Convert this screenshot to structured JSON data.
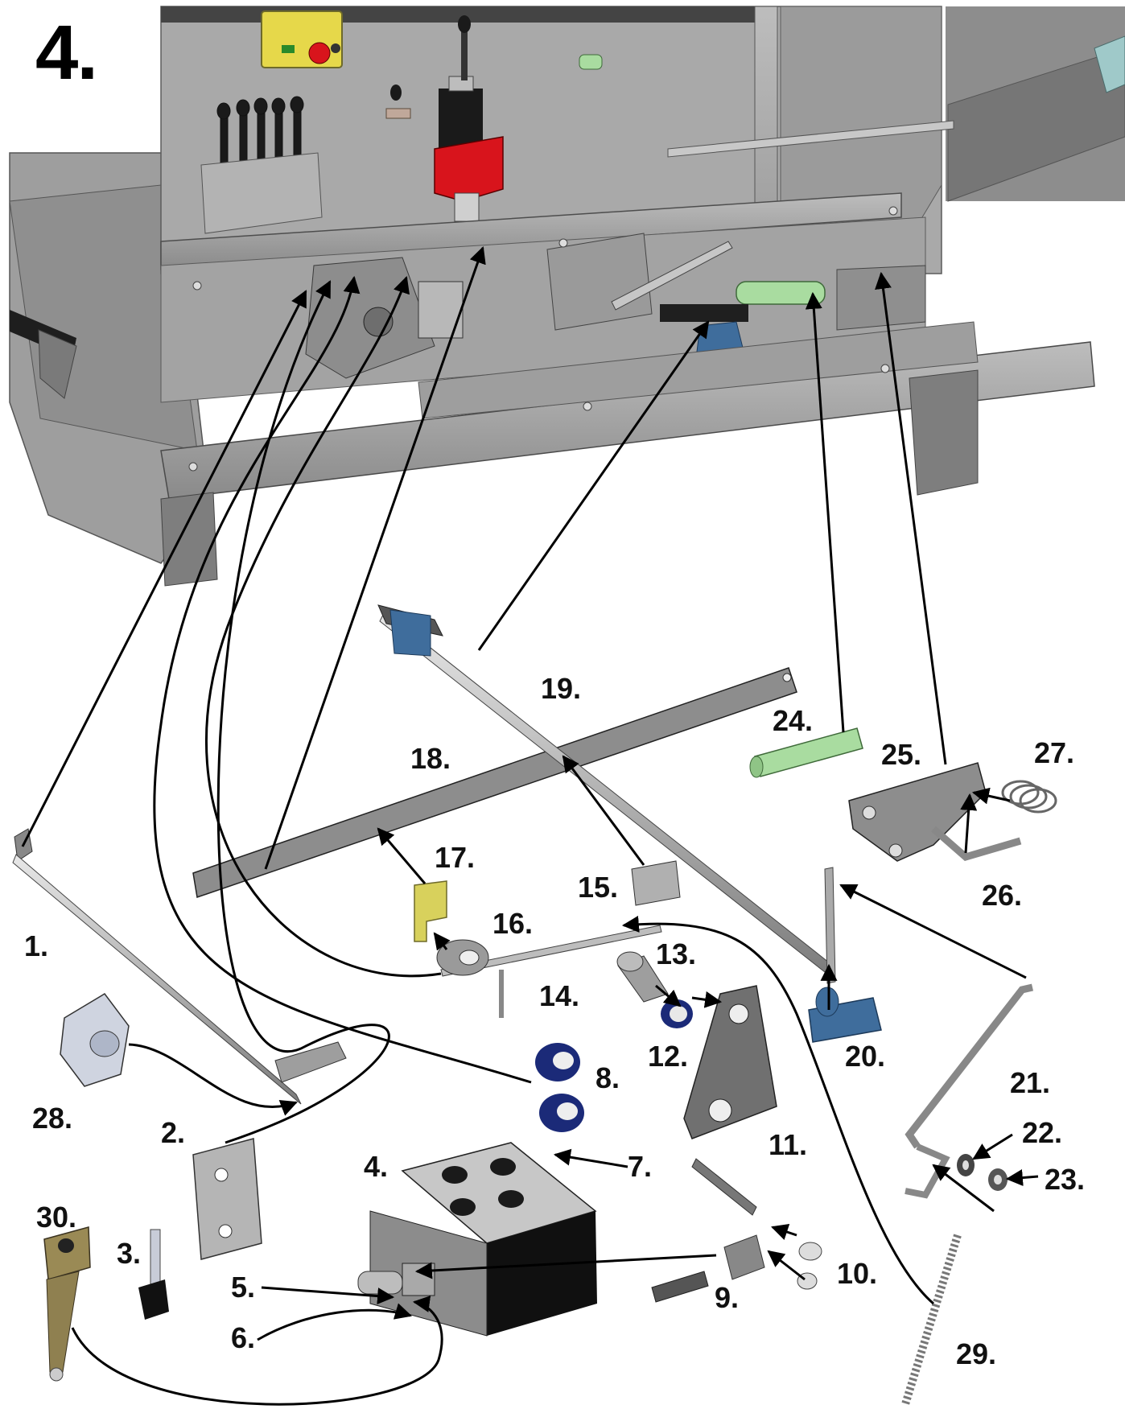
{
  "page_label": "4.",
  "parts": [
    {
      "id": "1",
      "label": "1."
    },
    {
      "id": "2",
      "label": "2."
    },
    {
      "id": "3",
      "label": "3."
    },
    {
      "id": "4",
      "label": "4."
    },
    {
      "id": "5",
      "label": "5."
    },
    {
      "id": "6",
      "label": "6."
    },
    {
      "id": "7",
      "label": "7."
    },
    {
      "id": "8",
      "label": "8."
    },
    {
      "id": "9",
      "label": "9."
    },
    {
      "id": "10",
      "label": "10."
    },
    {
      "id": "11",
      "label": "11."
    },
    {
      "id": "12",
      "label": "12."
    },
    {
      "id": "13",
      "label": "13."
    },
    {
      "id": "14",
      "label": "14."
    },
    {
      "id": "15",
      "label": "15."
    },
    {
      "id": "16",
      "label": "16."
    },
    {
      "id": "17",
      "label": "17."
    },
    {
      "id": "18",
      "label": "18."
    },
    {
      "id": "19",
      "label": "19."
    },
    {
      "id": "20",
      "label": "20."
    },
    {
      "id": "21",
      "label": "21."
    },
    {
      "id": "22",
      "label": "22."
    },
    {
      "id": "23",
      "label": "23."
    },
    {
      "id": "24",
      "label": "24."
    },
    {
      "id": "25",
      "label": "25."
    },
    {
      "id": "26",
      "label": "26."
    },
    {
      "id": "27",
      "label": "27."
    },
    {
      "id": "28",
      "label": "28."
    },
    {
      "id": "29",
      "label": "29."
    },
    {
      "id": "30",
      "label": "30."
    }
  ],
  "colors": {
    "machine_frame": "#a7a7a7",
    "machine_dark": "#6e6e6e",
    "hydraulic_red": "#d8141c",
    "control_box_yellow": "#e6d84a",
    "cylinder_green": "#a9dca0",
    "bearing_blue": "#3f6d9c",
    "bushing_navy": "#1b2a78",
    "bracket_yellow": "#d8d15c",
    "fitting_bronze": "#9a8a55",
    "arrow": "#000000"
  }
}
